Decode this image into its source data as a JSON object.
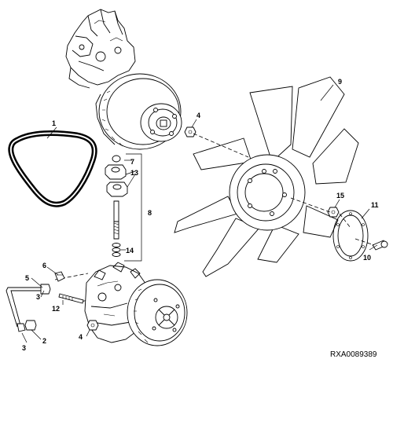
{
  "diagram": {
    "document_id": "RXA0089389",
    "callouts": [
      "1",
      "2",
      "3",
      "3",
      "4",
      "4",
      "5",
      "6",
      "7",
      "8",
      "9",
      "10",
      "11",
      "12",
      "13",
      "14",
      "15"
    ]
  }
}
